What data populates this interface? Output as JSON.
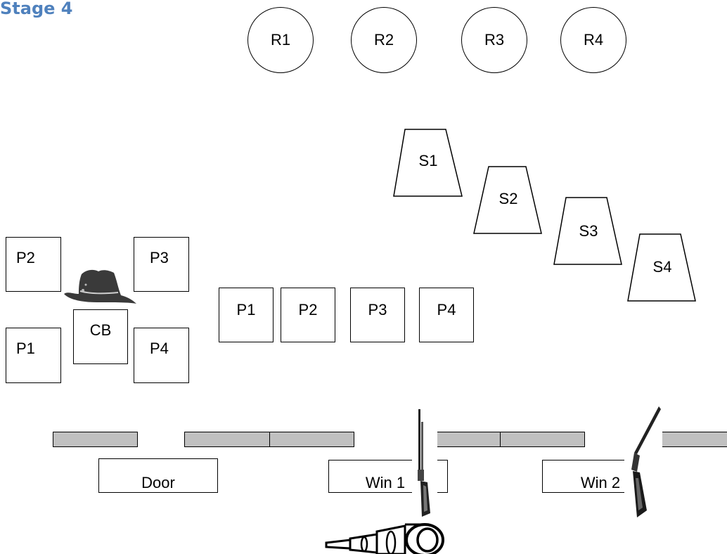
{
  "title": "Stage 4",
  "targets_round": [
    "R1",
    "R2",
    "R3",
    "R4"
  ],
  "targets_shotgun": [
    "S1",
    "S2",
    "S3",
    "S4"
  ],
  "left_plates": {
    "p2": "P2",
    "p3": "P3",
    "p1": "P1",
    "p4": "P4",
    "cb": "CB"
  },
  "middle_plates": [
    "P1",
    "P2",
    "P3",
    "P4"
  ],
  "openings": {
    "door": "Door",
    "win1": "Win 1",
    "win2": "Win 2"
  },
  "icons": {
    "hat": "cowboy-hat-icon",
    "rifle": "rifle-icon",
    "shotgun": "shotgun-icon",
    "scope": "spyglass-icon"
  },
  "colors": {
    "title": "#4f81bd",
    "wall": "#c0c0c0",
    "hat": "#3a3a3a"
  }
}
